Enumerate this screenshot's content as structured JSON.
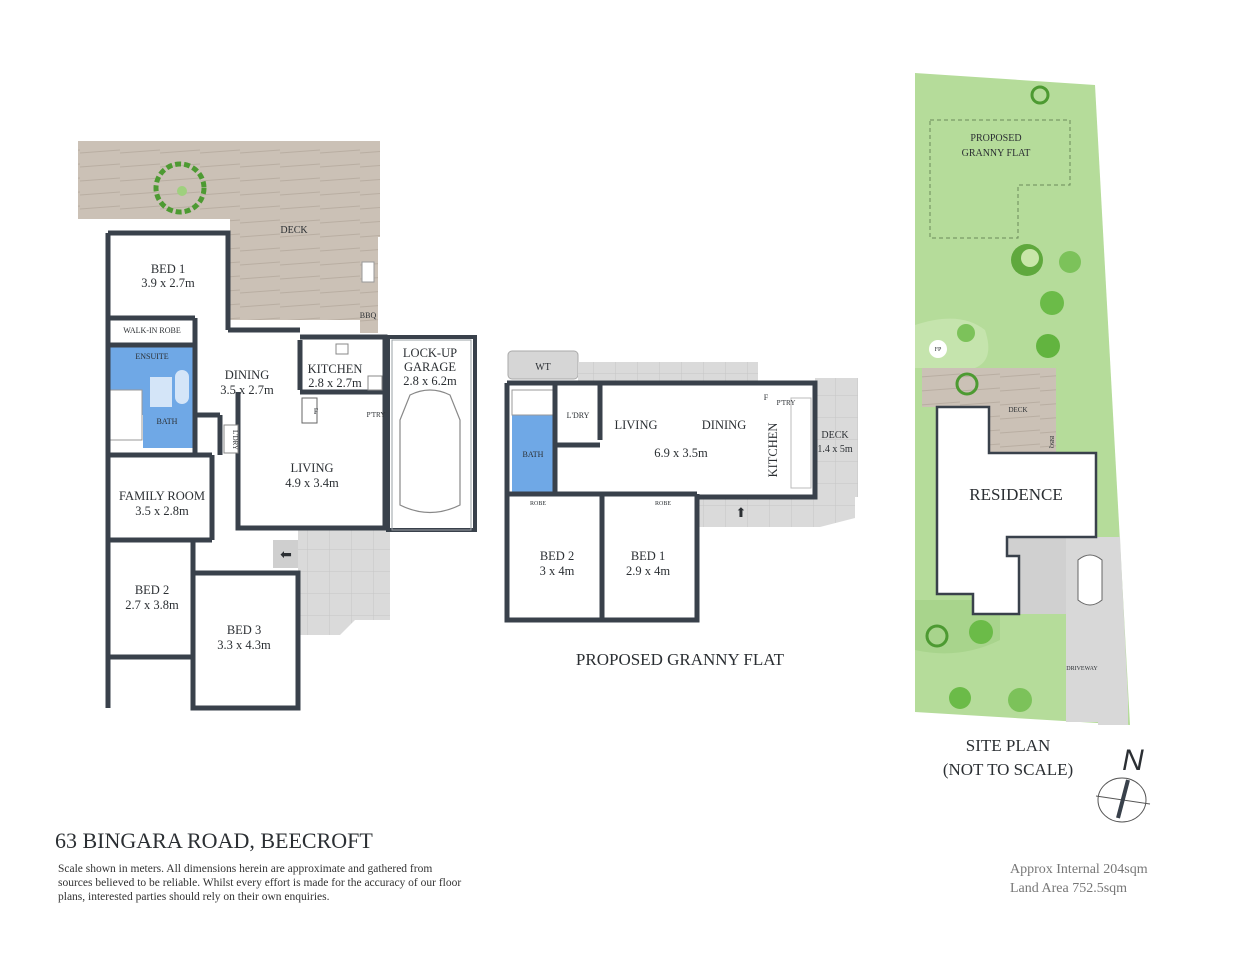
{
  "title": "63 BINGARA ROAD, BEECROFT",
  "disclaimer": [
    "Scale shown in meters. All dimensions herein are approximate and gathered from",
    "sources believed to be  reliable. Whilst every effort is made for the accuracy of our floor",
    "plans, interested parties should rely on their own enquiries."
  ],
  "areas": {
    "internal": "Approx Internal 204sqm",
    "land": "Land Area 752.5sqm"
  },
  "colors": {
    "wall": "#39414b",
    "wet_area": "#6fa8e6",
    "deck": "#c9bfb4",
    "paving": "#d9d9d9",
    "lawn": "#b5dc9a"
  },
  "main_house": {
    "deck": "DECK",
    "bbq": "BBQ",
    "bed1": {
      "name": "BED 1",
      "size": "3.9 x 2.7m"
    },
    "walk_in_robe": "WALK-IN ROBE",
    "ensuite": "ENSUITE",
    "bath": "BATH",
    "dining": {
      "name": "DINING",
      "size": "3.5 x 2.7m"
    },
    "kitchen": {
      "name": "KITCHEN",
      "size": "2.8 x 2.7m"
    },
    "fridge": "F",
    "pantry": "P'TRY",
    "laundry": "L'DRY",
    "garage": {
      "name1": "LOCK-UP",
      "name2": "GARAGE",
      "size": "2.8 x 6.2m"
    },
    "living": {
      "name": "LIVING",
      "size": "4.9 x 3.4m"
    },
    "family": {
      "name": "FAMILY ROOM",
      "size": "3.5 x 2.8m"
    },
    "bed2": {
      "name": "BED 2",
      "size": "2.7 x 3.8m"
    },
    "bed3": {
      "name": "BED 3",
      "size": "3.3 x 4.3m"
    }
  },
  "granny_flat": {
    "caption": "PROPOSED GRANNY FLAT",
    "wt": "WT",
    "laundry": "L'DRY",
    "bath": "BATH",
    "living": "LIVING",
    "dining": "DINING",
    "size": "6.9 x 3.5m",
    "kitchen": "KITCHEN",
    "fridge": "F",
    "pantry": "P'TRY",
    "deck": {
      "name": "DECK",
      "size": "1.4 x 5m"
    },
    "robe": "ROBE",
    "bed2": {
      "name": "BED 2",
      "size": "3 x 4m"
    },
    "bed1": {
      "name": "BED 1",
      "size": "2.9 x 4m"
    }
  },
  "site_plan": {
    "proposed1": "PROPOSED",
    "proposed2": "GRANNY FLAT",
    "fp": "FP",
    "deck": "DECK",
    "bbq": "BBQ",
    "residence": "RESIDENCE",
    "driveway": "DRIVEWAY",
    "caption1": "SITE PLAN",
    "caption2": "(NOT TO SCALE)",
    "north": "N"
  }
}
